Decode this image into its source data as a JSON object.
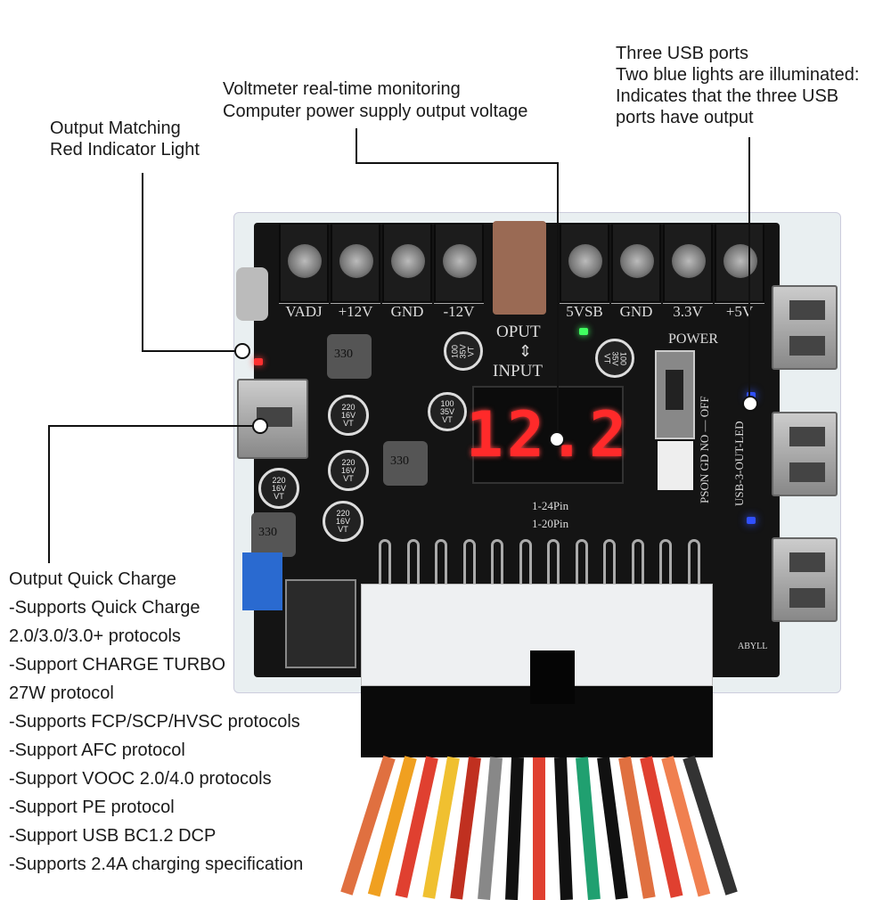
{
  "callouts": {
    "output_matching": {
      "lines": [
        "Output Matching",
        "Red Indicator Light"
      ]
    },
    "voltmeter": {
      "lines": [
        "Voltmeter real-time monitoring",
        "Computer power supply output voltage"
      ]
    },
    "usb_ports": {
      "lines": [
        "Three USB ports",
        "Two blue lights are illuminated:",
        "Indicates that the three USB",
        "ports have output"
      ]
    },
    "quick_charge": {
      "lines": [
        "Output Quick Charge",
        "-Supports Quick Charge",
        "2.0/3.0/3.0+ protocols",
        "-Support CHARGE TURBO",
        "27W protocol",
        "-Supports FCP/SCP/HVSC protocols",
        "-Support AFC protocol",
        "-Support VOOC 2.0/4.0 protocols",
        "-Support PE protocol",
        "-Support USB BC1.2 DCP",
        "-Supports 2.4A charging specification"
      ]
    }
  },
  "board": {
    "terminals_left": [
      "VADJ",
      "+12V",
      "GND",
      "-12V"
    ],
    "terminals_right": [
      "5VSB",
      "GND",
      "3.3V",
      "+5V"
    ],
    "display_value": "12.2",
    "oput": "OPUT",
    "input": "INPUT",
    "power": "POWER",
    "switch_label": "PSON GD NO — OFF",
    "usb_led_label": "USB-3-OUT-LED",
    "pin24": "1-24Pin",
    "pin20": "1-20Pin",
    "inductor": "330",
    "cap_220": "220 16V VT",
    "cap_100": "100 35V VT",
    "brand": "ABYLL",
    "colors": {
      "display": "#ff2a2a",
      "red_led": "#ff3030",
      "green_led": "#40ff60",
      "blue_led": "#3050ff"
    }
  }
}
